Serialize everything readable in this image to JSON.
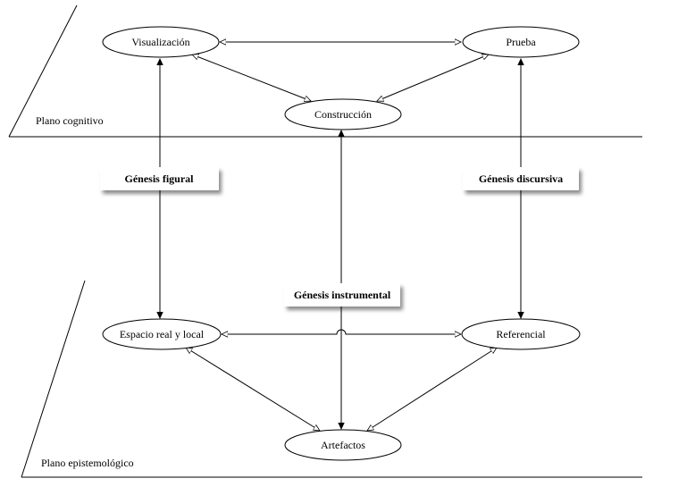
{
  "planes": {
    "cognitive_label": "Plano cognitivo",
    "epistemological_label": "Plano epistemológico"
  },
  "nodes": {
    "visualizacion": "Visualización",
    "prueba": "Prueba",
    "construccion": "Construcción",
    "espacio": "Espacio real y local",
    "referencial": "Referencial",
    "artefactos": "Artefactos"
  },
  "geneses": {
    "figural": "Génesis figural",
    "discursiva": "Génesis discursiva",
    "instrumental": "Génesis instrumental"
  },
  "colors": {
    "line": "#000000",
    "box_bg": "#ffffff",
    "shadow": "#b8b8b8"
  }
}
